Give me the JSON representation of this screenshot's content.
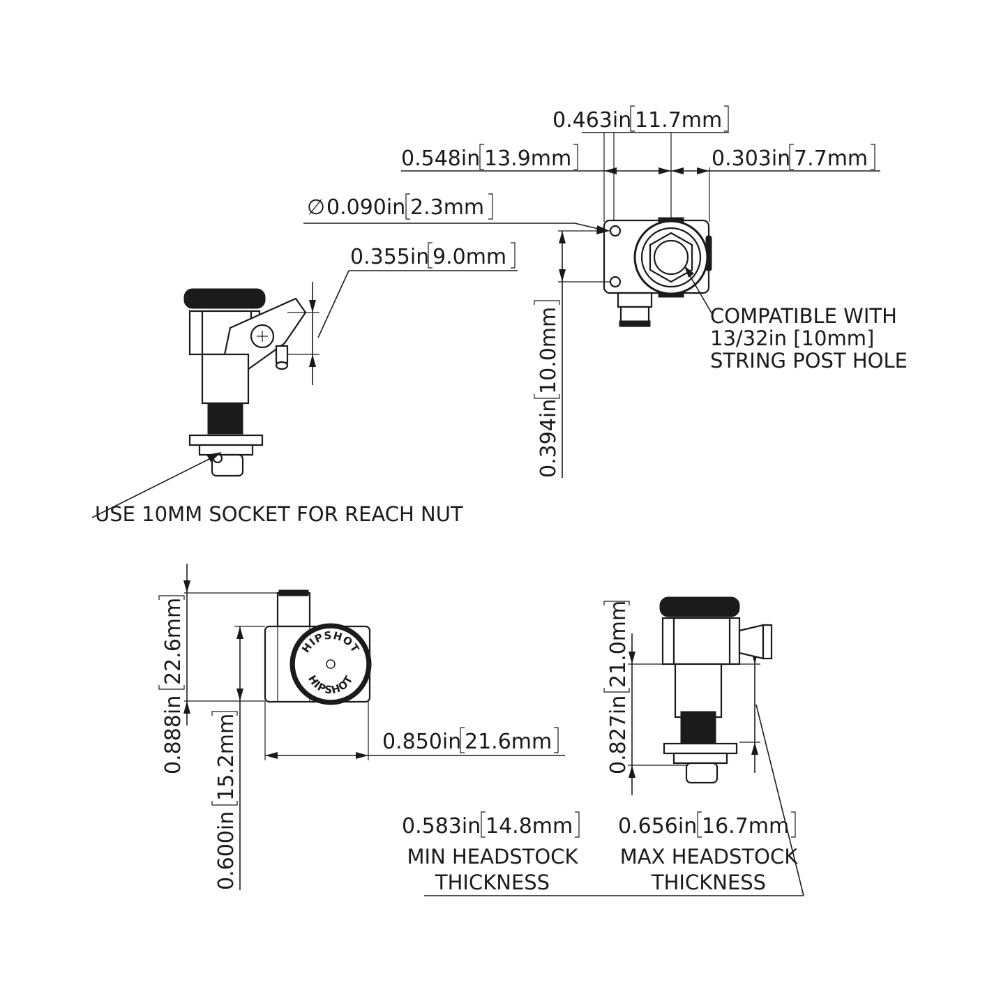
{
  "dimensions": {
    "d_0463": {
      "inch": "0.463in",
      "mm": "11.7mm"
    },
    "d_0548": {
      "inch": "0.548in",
      "mm": "13.9mm"
    },
    "d_0303": {
      "inch": "0.303in",
      "mm": "7.7mm"
    },
    "d_hole": {
      "symbol": "∅",
      "inch": "0.090in",
      "mm": "2.3mm"
    },
    "d_0355": {
      "inch": "0.355in",
      "mm": "9.0mm"
    },
    "d_0394": {
      "inch": "0.394in",
      "mm": "10.0mm"
    },
    "d_0888": {
      "inch": "0.888in",
      "mm": "22.6mm"
    },
    "d_0600": {
      "inch": "0.600in",
      "mm": "15.2mm"
    },
    "d_0850": {
      "inch": "0.850in",
      "mm": "21.6mm"
    },
    "d_0827": {
      "inch": "0.827in",
      "mm": "21.0mm"
    },
    "d_0583": {
      "inch": "0.583in",
      "mm": "14.8mm",
      "caption1": "MIN HEADSTOCK",
      "caption2": "THICKNESS"
    },
    "d_0656": {
      "inch": "0.656in",
      "mm": "16.7mm",
      "caption1": "MAX HEADSTOCK",
      "caption2": "THICKNESS"
    }
  },
  "notes": {
    "compat_1": "COMPATIBLE WITH",
    "compat_2": "13/32in [10mm]",
    "compat_3": "STRING POST HOLE",
    "socket": "USE 10MM SOCKET FOR REACH NUT"
  },
  "logo": {
    "top": "HIPSHOT",
    "bottom": "HIPSHOT"
  }
}
